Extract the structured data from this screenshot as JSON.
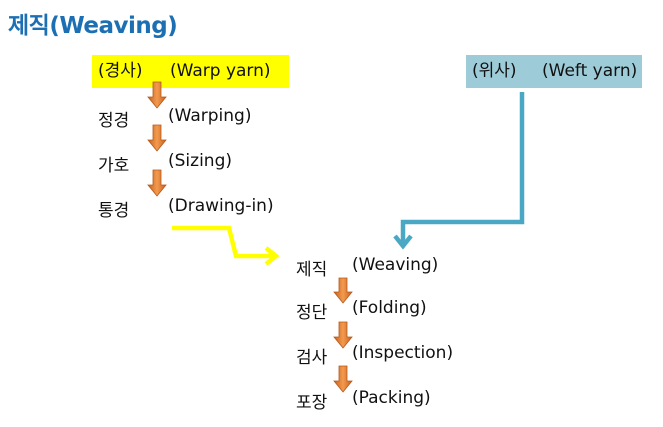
{
  "title": "제직(Weaving)",
  "warp_source": {
    "ko": "(경사)",
    "en": "(Warp yarn)"
  },
  "weft_source": {
    "ko": "(위사)",
    "en": "(Weft yarn)"
  },
  "warp_steps": [
    {
      "ko": "정경",
      "en": "(Warping)"
    },
    {
      "ko": "가호",
      "en": "(Sizing)"
    },
    {
      "ko": "통경",
      "en": "(Drawing-in)"
    }
  ],
  "weaving_steps": [
    {
      "ko": "제직",
      "en": "(Weaving)"
    },
    {
      "ko": "정단",
      "en": "(Folding)"
    },
    {
      "ko": "검사",
      "en": "(Inspection)"
    },
    {
      "ko": "포장",
      "en": "(Packing)"
    }
  ],
  "colors": {
    "title": "#1d6fb3",
    "warp_box": "#ffff00",
    "weft_box": "#9dcbd7",
    "step_arrow": "#e07b2e",
    "warp_connector": "#ffff00",
    "weft_connector": "#4aa8c4"
  }
}
